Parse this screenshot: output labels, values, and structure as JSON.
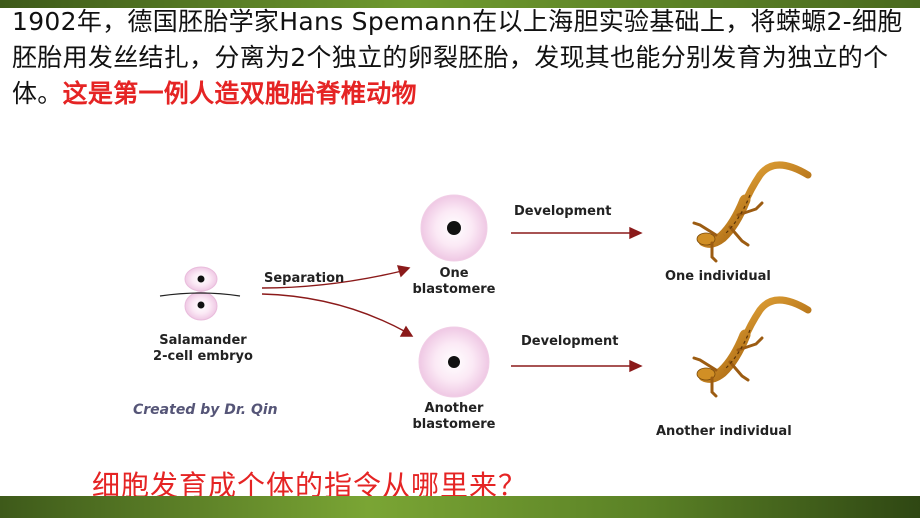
{
  "slide": {
    "heading_text": "1902年，德国胚胎学家Hans Spemann在以上海胆实验基础上，将蝾螈2-细胞胚胎用发丝结扎，分离为2个独立的卵裂胚胎，发现其也能分别发育为独立的个体。",
    "heading_highlight": "这是第一例人造双胞胎脊椎动物",
    "question": "细胞发育成个体的指令从哪里来？"
  },
  "diagram": {
    "embryo_label_line1": "Salamander",
    "embryo_label_line2": "2-cell embryo",
    "separation_label": "Separation",
    "blastomere_top_line1": "One",
    "blastomere_top_line2": "blastomere",
    "blastomere_bottom_line1": "Another",
    "blastomere_bottom_line2": "blastomere",
    "development_top": "Development",
    "development_bottom": "Development",
    "individual_top": "One individual",
    "individual_bottom": "Another individual",
    "credit": "Created by Dr. Qin"
  },
  "colors": {
    "accent_red": "#e52424",
    "arrow": "#8b1a1a",
    "cell_pink": "#f6d6ec",
    "salamander": "#c7861c",
    "bar_green": "#6f9a2e"
  }
}
